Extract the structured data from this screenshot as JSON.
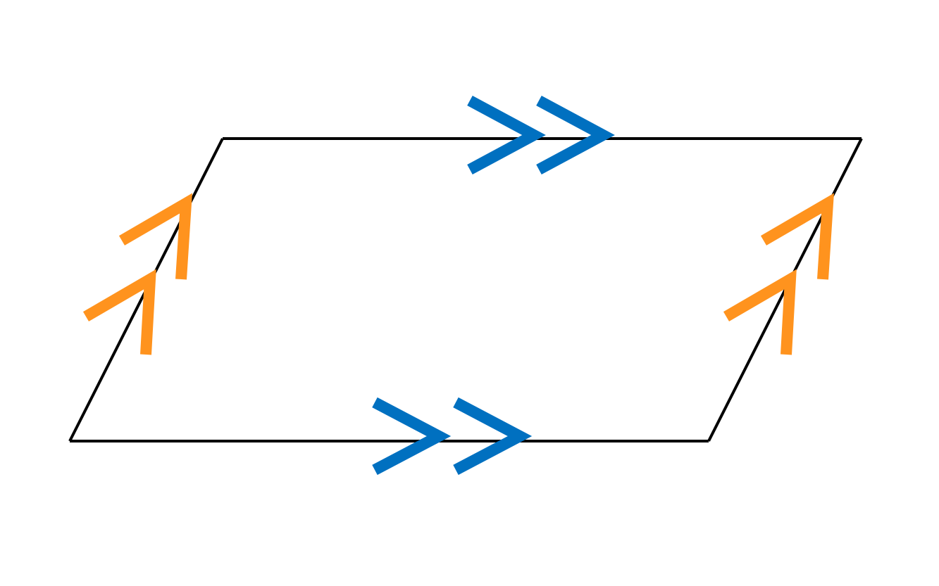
{
  "diagram": {
    "kind": "parallelogram",
    "labels": [],
    "marks": {
      "horizontal_sides": {
        "arrow_count": 2,
        "style": "double-chevron",
        "color_name": "blue"
      },
      "slanted_sides": {
        "arrow_count": 2,
        "style": "double-chevron",
        "color_name": "orange"
      }
    },
    "colors": {
      "background": "#ffffff",
      "outline": "#000000",
      "horizontal_arrows": "#0070c0",
      "slanted_arrows": "#ff931e"
    }
  }
}
